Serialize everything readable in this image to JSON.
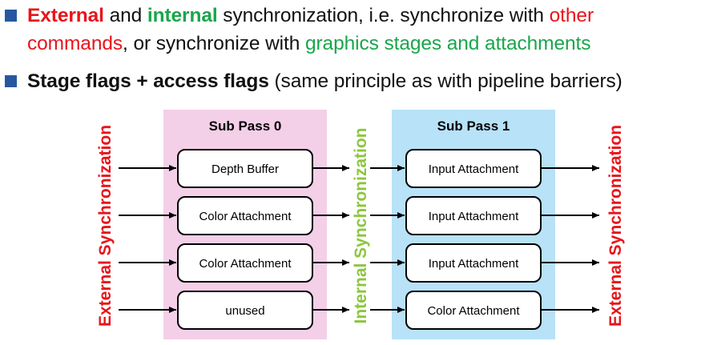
{
  "bullets": [
    {
      "segments": [
        {
          "text": "External",
          "style": "red bold"
        },
        {
          "text": " and ",
          "style": ""
        },
        {
          "text": "internal",
          "style": "green bold"
        },
        {
          "text": " synchronization, i.e. synchronize with ",
          "style": ""
        },
        {
          "text": "other",
          "style": "red"
        }
      ],
      "continuation": [
        {
          "text": "commands",
          "style": "red"
        },
        {
          "text": ", or synchronize with ",
          "style": ""
        },
        {
          "text": "graphics stages and attachments",
          "style": "green"
        }
      ]
    },
    {
      "segments": [
        {
          "text": "Stage flags + access flags",
          "style": "bold"
        },
        {
          "text": " (same principle as with pipeline barriers)",
          "style": ""
        }
      ]
    }
  ],
  "diagram": {
    "left_label": "External Synchronization",
    "middle_label": "Internal Synchronization",
    "right_label": "External Synchronization",
    "subpass0": {
      "title": "Sub Pass 0",
      "bg_color": "#f4cfe8",
      "boxes": [
        "Depth Buffer",
        "Color Attachment",
        "Color Attachment",
        "unused"
      ]
    },
    "subpass1": {
      "title": "Sub Pass 1",
      "bg_color": "#b8e2f8",
      "boxes": [
        "Input Attachment",
        "Input Attachment",
        "Input Attachment",
        "Color Attachment"
      ]
    },
    "colors": {
      "external": "#e8141b",
      "internal": "#8cc63e",
      "bullet_square": "#27589f"
    }
  }
}
